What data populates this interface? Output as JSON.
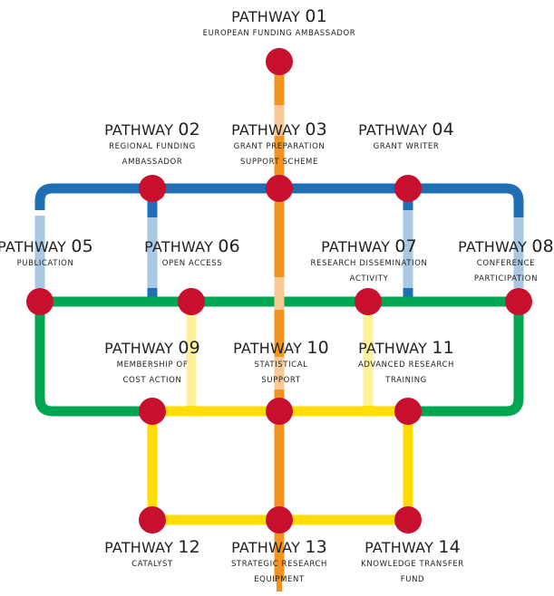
{
  "pathway_word": "PATHWAY",
  "lines": {
    "blue": "#1f6fb5",
    "blue_light": "#a8c8e4",
    "orange": "#f39320",
    "orange_light": "#f8c995",
    "green": "#00a651",
    "yellow": "#ffdd00",
    "yellow_light": "#fff19a",
    "node": "#c8102e"
  },
  "pathways": [
    {
      "num": "01",
      "lines": [
        "EUROPEAN FUNDING AMBASSADOR"
      ]
    },
    {
      "num": "02",
      "lines": [
        "REGIONAL FUNDING",
        "AMBASSADOR"
      ]
    },
    {
      "num": "03",
      "lines": [
        "GRANT PREPARATION",
        "SUPPORT SCHEME"
      ]
    },
    {
      "num": "04",
      "lines": [
        "GRANT WRITER"
      ]
    },
    {
      "num": "05",
      "lines": [
        "PUBLICATION"
      ]
    },
    {
      "num": "06",
      "lines": [
        "OPEN ACCESS"
      ]
    },
    {
      "num": "07",
      "lines": [
        "RESEARCH DISSEMINATION",
        "ACTIVITY"
      ]
    },
    {
      "num": "08",
      "lines": [
        "CONFERENCE",
        "PARTICIPATION"
      ]
    },
    {
      "num": "09",
      "lines": [
        "MEMBERSHIP OF",
        "COST ACTION"
      ]
    },
    {
      "num": "10",
      "lines": [
        "STATISTICAL",
        "SUPPORT"
      ]
    },
    {
      "num": "11",
      "lines": [
        "ADVANCED RESEARCH",
        "TRAINING"
      ]
    },
    {
      "num": "12",
      "lines": [
        "CATALYST"
      ]
    },
    {
      "num": "13",
      "lines": [
        "STRATEGIC RESEARCH",
        "EQUIPMENT"
      ]
    },
    {
      "num": "14",
      "lines": [
        "KNOWLEDGE TRANSFER",
        "FUND"
      ]
    }
  ]
}
